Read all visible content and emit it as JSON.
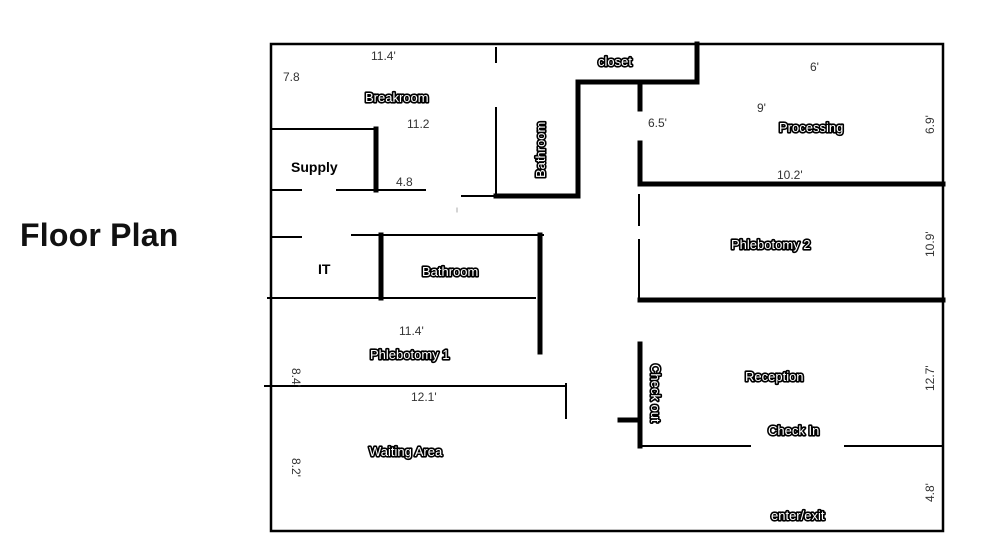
{
  "title": "Floor Plan",
  "rooms": {
    "breakroom": "Breakroom",
    "closet": "closet",
    "bathroom_upper": "Bathroom",
    "processing": "Processing",
    "supply": "Supply",
    "it": "IT",
    "bathroom_lower": "Bathroom",
    "phlebotomy2": "Phlebotomy 2",
    "phlebotomy1": "Phlebotomy 1",
    "reception": "Reception",
    "check_out": "Check out",
    "check_in": "Check In",
    "waiting_area": "Waiting Area",
    "enter_exit": "enter/exit"
  },
  "dimensions": {
    "breakroom_width": "11.4'",
    "breakroom_height": "7.8",
    "breakroom_inner": "11.2",
    "supply_width": "4.8",
    "processing_width": "6'",
    "processing_inner": "9'",
    "processing_left": "6.5'",
    "processing_height": "6.9'",
    "phlebotomy2_width": "10.2'",
    "phlebotomy2_height": "10.9'",
    "phlebotomy1_width": "11.4'",
    "phlebotomy1_height": "8.4'",
    "waiting_width": "12.1'",
    "waiting_height": "8.2'",
    "reception_height": "12.7'",
    "entry_height": "4.8'"
  }
}
